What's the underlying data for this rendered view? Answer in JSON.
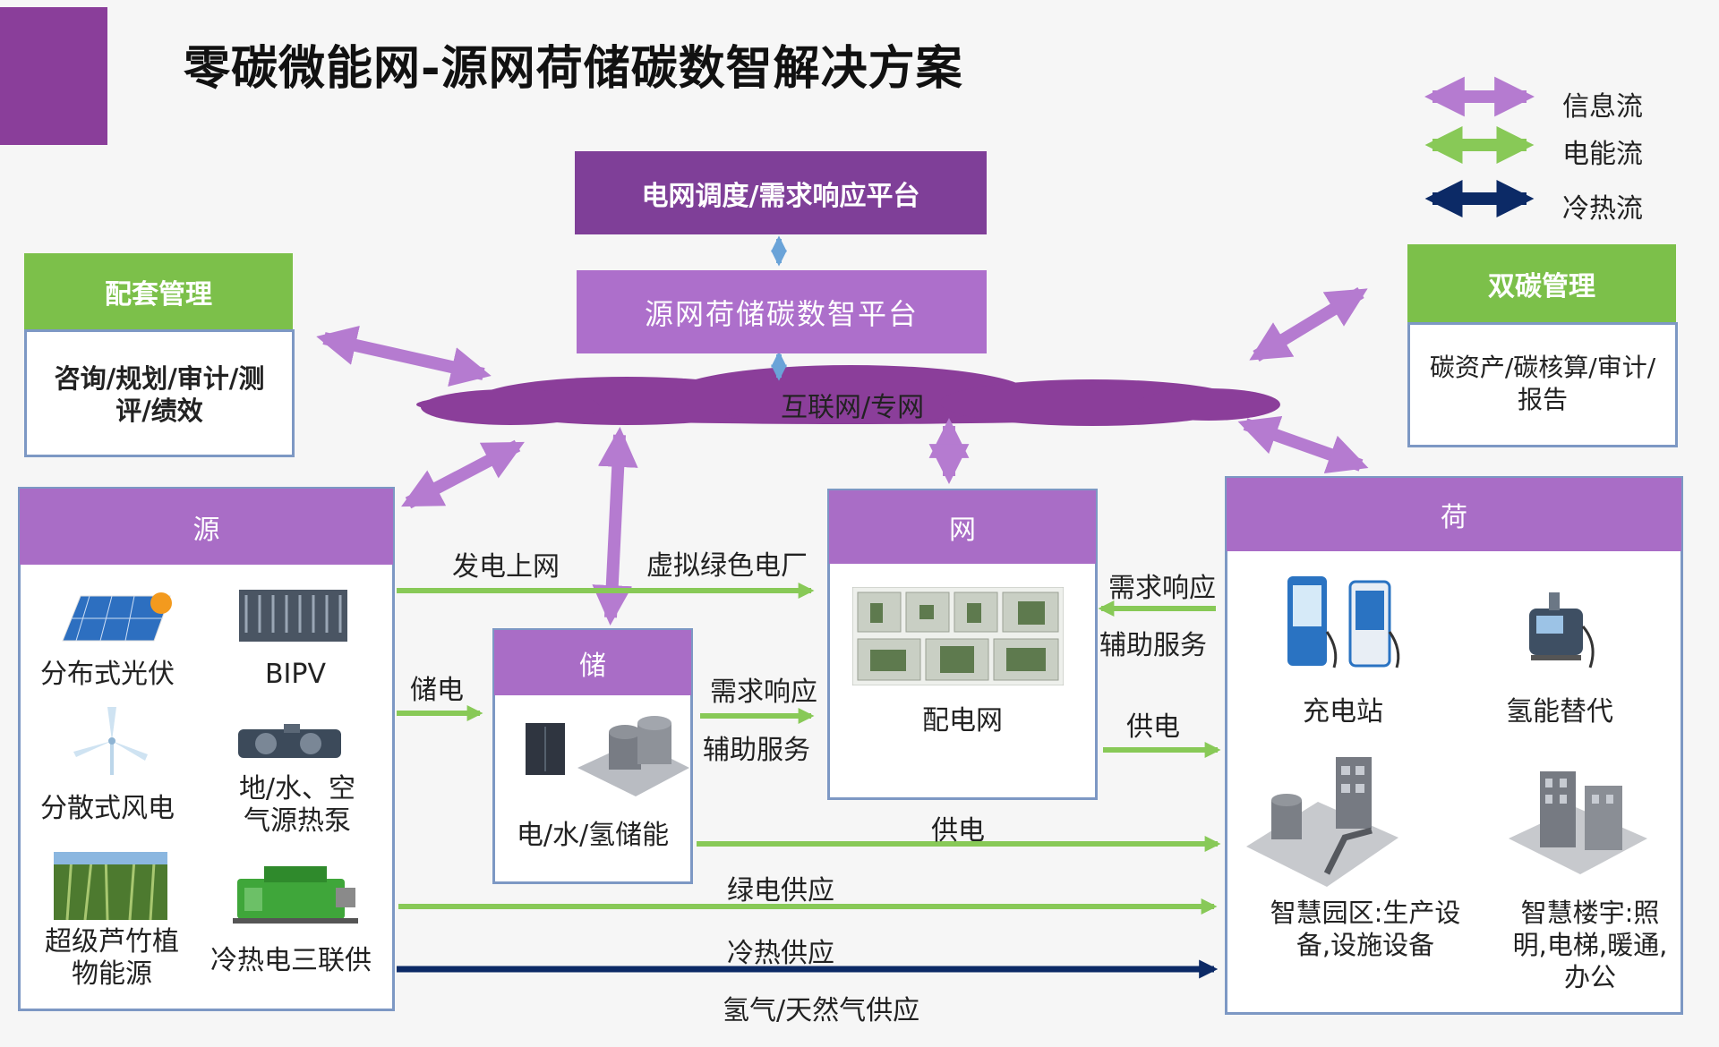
{
  "title": "零碳微能网-源网荷储碳数智解决方案",
  "legend": [
    {
      "label": "信息流",
      "color": "#b57bd0"
    },
    {
      "label": "电能流",
      "color": "#88c957"
    },
    {
      "label": "冷热流",
      "color": "#0c2a66"
    }
  ],
  "platforms": {
    "dispatch": "电网调度/需求响应平台",
    "digital": "源网荷储碳数智平台",
    "network": "互联网/专网"
  },
  "left_mgmt": {
    "header": "配套管理",
    "body": "咨询/规划/审计/测评/绩效"
  },
  "right_mgmt": {
    "header": "双碳管理",
    "body": "碳资产/碳核算/审计/报告"
  },
  "source": {
    "header": "源",
    "items": [
      "分布式光伏",
      "BIPV",
      "分散式风电",
      "地/水、空气源热泵",
      "超级芦竹植物能源",
      "冷热电三联供"
    ]
  },
  "storage": {
    "header": "储",
    "label": "电/水/氢储能"
  },
  "grid": {
    "header": "网",
    "label": "配电网"
  },
  "load": {
    "header": "荷",
    "items": [
      "充电站",
      "氢能替代",
      "智慧园区:生产设备,设施设备",
      "智慧楼宇:照明,电梯,暖通,办公"
    ]
  },
  "flows": {
    "gen_to_grid": "发电上网",
    "vpp": "虚拟绿色电厂",
    "store": "储电",
    "dr1": "需求响应",
    "aux1": "辅助服务",
    "dr2": "需求响应",
    "aux2": "辅助服务",
    "supply1": "供电",
    "supply2": "供电",
    "green": "绿电供应",
    "heat": "冷热供应",
    "gas": "氢气/天然气供应"
  }
}
